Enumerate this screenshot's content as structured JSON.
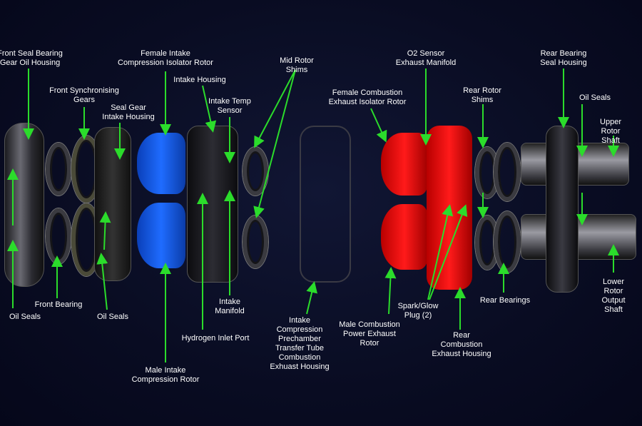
{
  "labels": {
    "front_seal_bearing": "Front Seal Bearing\nGear Oil Housing",
    "front_sync_gears": "Front Synchronising\nGears",
    "seal_gear_intake": "Seal Gear\nIntake Housing",
    "female_intake": "Female Intake\nCompression Isolator Rotor",
    "intake_housing": "Intake Housing",
    "intake_temp": "Intake Temp\nSensor",
    "mid_rotor_shims": "Mid Rotor\nShims",
    "o2_sensor": "O2 Sensor\nExhaust Manifold",
    "female_combustion": "Female Combustion\nExhaust Isolator Rotor",
    "rear_rotor_shims": "Rear Rotor\nShims",
    "rear_bearing_seal": "Rear Bearing\nSeal Housing",
    "oil_seals_right": "Oil Seals",
    "upper_rotor_shaft": "Upper Rotor\nShaft",
    "lower_rotor_shaft": "Lower Rotor\nOutput Shaft",
    "rear_bearings": "Rear Bearings",
    "rear_combustion": "Rear\nCombustion\nExhaust Housing",
    "spark_glow": "Spark/Glow\nPlug (2)",
    "male_combustion": "Male Combustion\nPower Exhaust\nRotor",
    "intake_prechamber": "Intake\nCompression\nPrechamber\nTransfer Tube\nCombustion\nExhuast Housing",
    "male_intake": "Male Intake\nCompression Rotor",
    "hydrogen_inlet": "Hydrogen Inlet Port",
    "intake_manifold": "Intake\nManifold",
    "oil_seals_mid": "Oil Seals",
    "front_bearing": "Front Bearing",
    "oil_seals_left": "Oil Seals"
  },
  "colors": {
    "arrow": "#2bdc2b",
    "intake_rotor": "#1f6cff",
    "combustion_rotor": "#ff1a1a"
  }
}
